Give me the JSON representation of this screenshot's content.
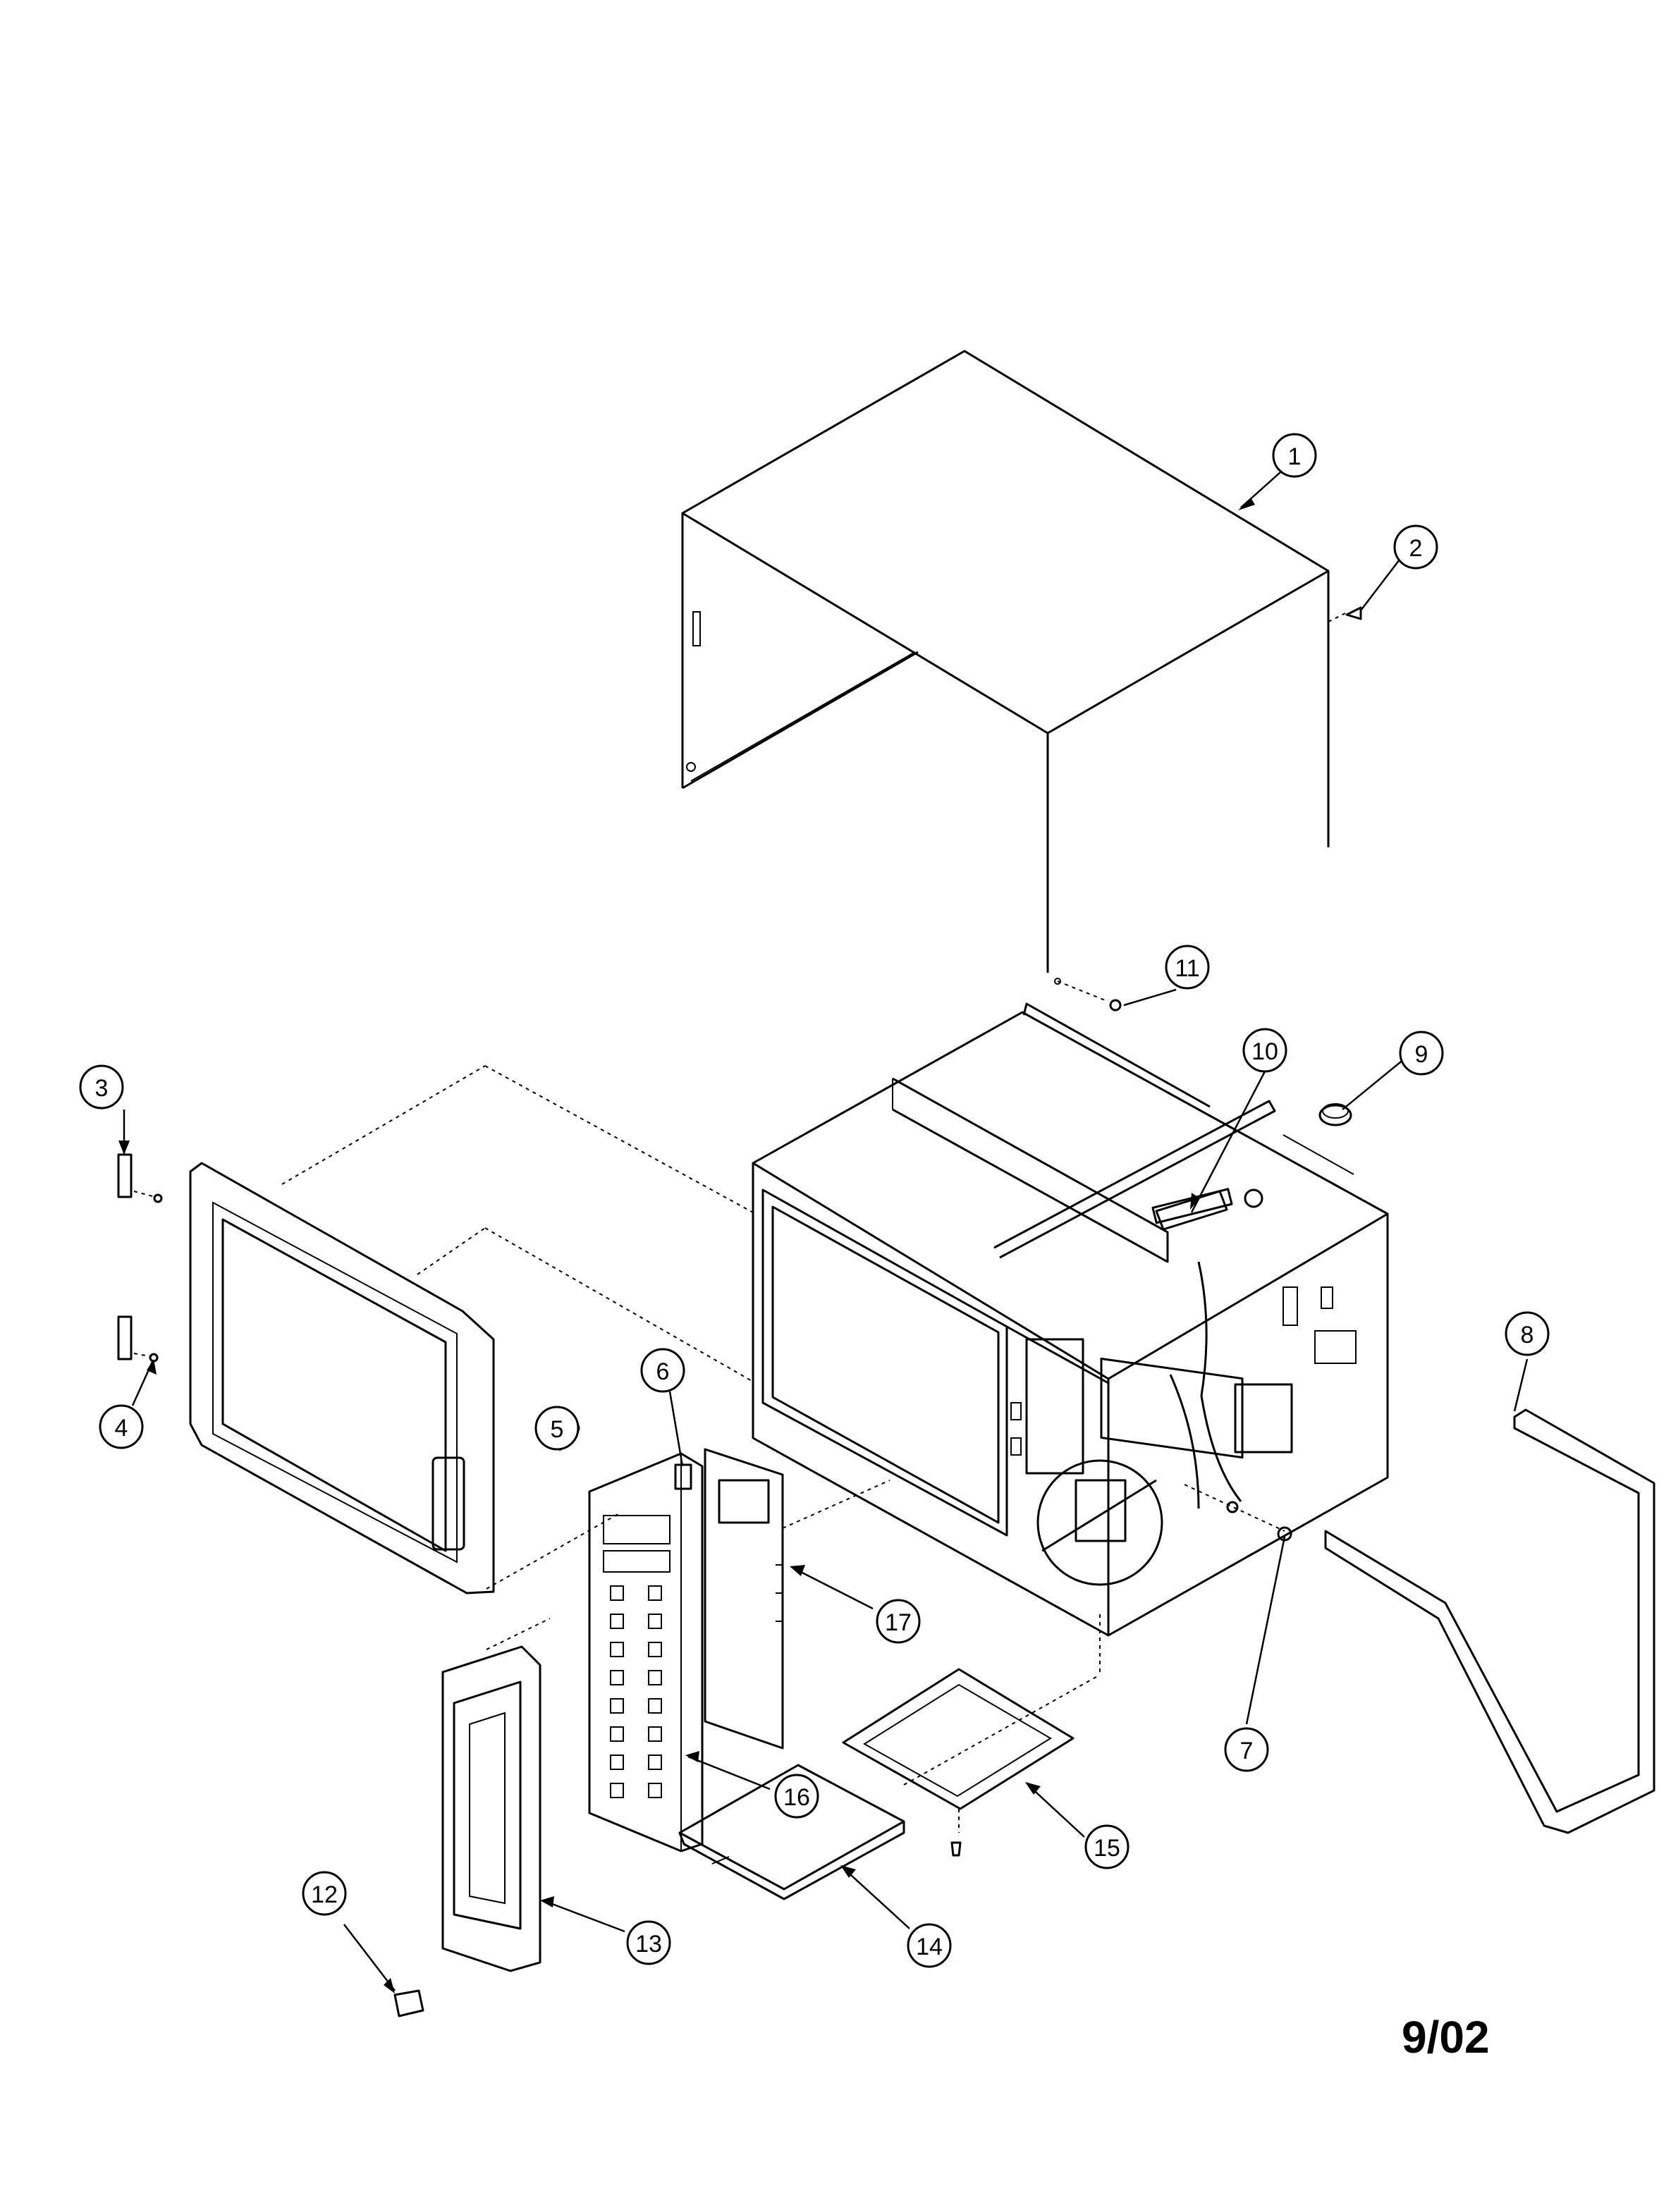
{
  "diagram": {
    "type": "exploded-parts-view",
    "callouts": [
      {
        "id": "c1",
        "label": "1"
      },
      {
        "id": "c2",
        "label": "2"
      },
      {
        "id": "c3",
        "label": "3"
      },
      {
        "id": "c4",
        "label": "4"
      },
      {
        "id": "c5",
        "label": "5"
      },
      {
        "id": "c6",
        "label": "6"
      },
      {
        "id": "c7",
        "label": "7"
      },
      {
        "id": "c8",
        "label": "8"
      },
      {
        "id": "c9",
        "label": "9"
      },
      {
        "id": "c10",
        "label": "10"
      },
      {
        "id": "c11",
        "label": "11"
      },
      {
        "id": "c12",
        "label": "12"
      },
      {
        "id": "c13",
        "label": "13"
      },
      {
        "id": "c14",
        "label": "14"
      },
      {
        "id": "c15",
        "label": "15"
      },
      {
        "id": "c16",
        "label": "16"
      },
      {
        "id": "c17",
        "label": "17"
      }
    ],
    "date_code": "9/02"
  }
}
